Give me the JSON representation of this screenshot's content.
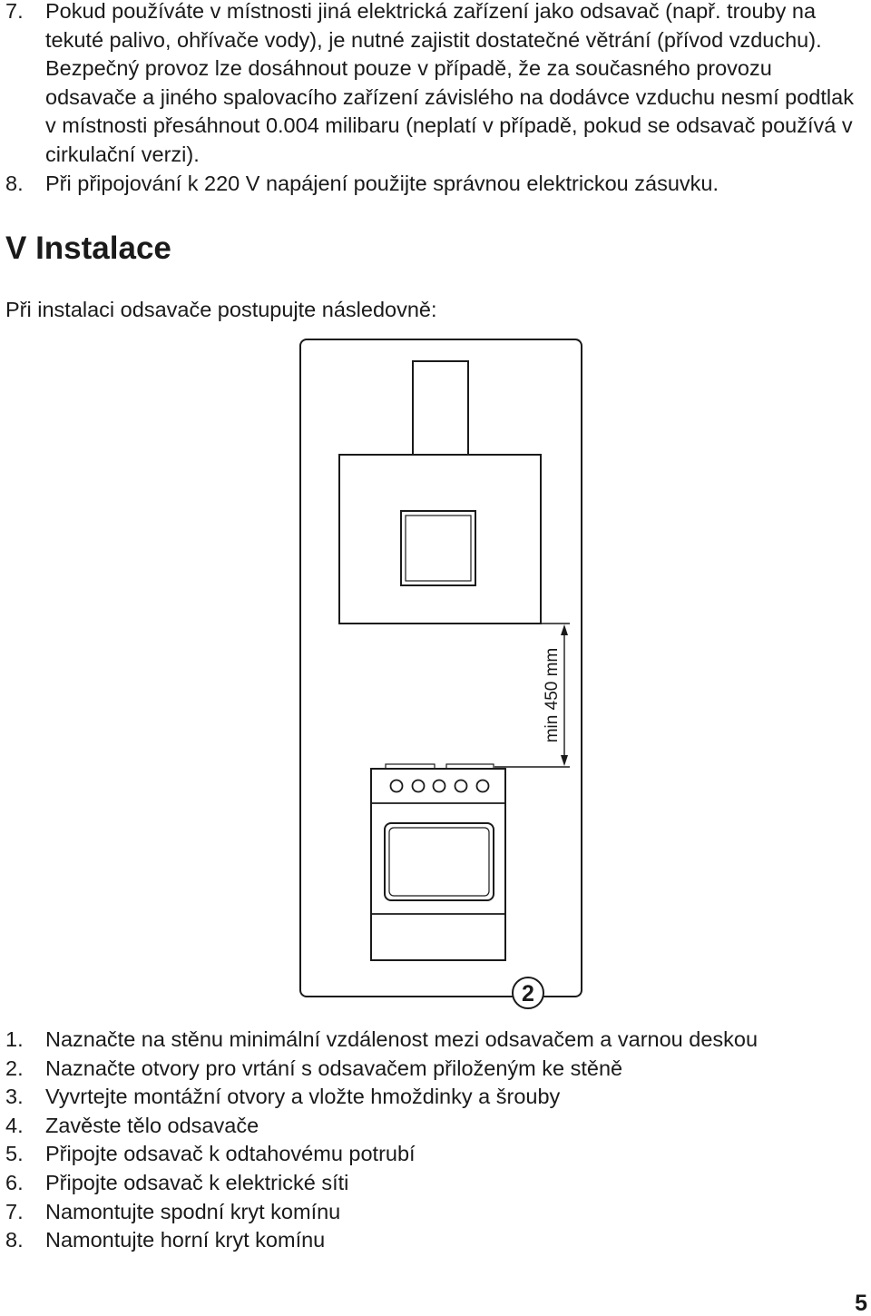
{
  "top_list": [
    {
      "num": "7.",
      "text": "Pokud používáte v místnosti jiná elektrická zařízení jako odsavač (např. trouby na tekuté palivo, ohřívače vody), je nutné zajistit dostatečné větrání (přívod vzduchu). Bezpečný provoz lze dosáhnout pouze v případě, že za současného provozu odsavače a jiného spalovacího zařízení závislého na dodávce vzduchu nesmí podtlak v místnosti přesáhnout 0.004 milibaru (neplatí v případě, pokud se odsavač používá v cirkulační verzi)."
    },
    {
      "num": "8.",
      "text": "Při připojování k 220 V napájení použijte správnou elektrickou zásuvku."
    }
  ],
  "section_title": "V Instalace",
  "intro": "Při instalaci odsavače postupujte následovně:",
  "diagram": {
    "dimension_label": "min 450 mm",
    "figure_number": "2"
  },
  "steps": [
    {
      "num": "1.",
      "text": "Naznačte na stěnu minimální vzdálenost mezi odsavačem a varnou deskou"
    },
    {
      "num": "2.",
      "text": "Naznačte otvory pro vrtání s odsavačem přiloženým ke stěně"
    },
    {
      "num": "3.",
      "text": "Vyvrtejte montážní otvory a vložte hmoždinky a šrouby"
    },
    {
      "num": "4.",
      "text": "Zavěste tělo odsavače"
    },
    {
      "num": "5.",
      "text": "Připojte odsavač k odtahovému potrubí"
    },
    {
      "num": "6.",
      "text": "Připojte odsavač k elektrické síti"
    },
    {
      "num": "7.",
      "text": "Namontujte spodní kryt komínu"
    },
    {
      "num": "8.",
      "text": "Namontujte horní kryt komínu"
    }
  ],
  "page_number": "5"
}
